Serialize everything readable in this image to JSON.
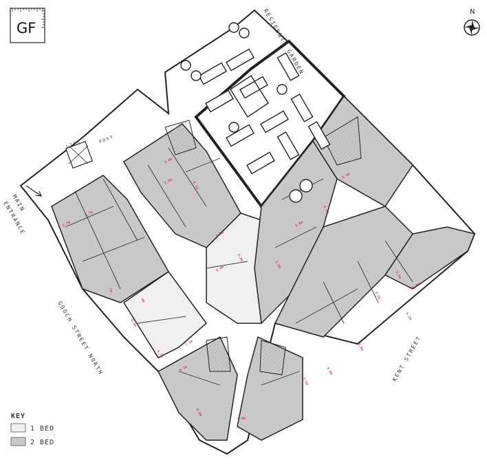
{
  "floor_badge": "GF",
  "north_label": "N",
  "street_labels": {
    "residents_garden": "RESIDENTS GARDEN",
    "main_entrance_line1": "MAIN",
    "main_entrance_line2": "ENTRANCE",
    "gooch_street_north": "GOOCH STREET NORTH",
    "kent_street": "KENT STREET",
    "lift": "LIFT",
    "post": "POST"
  },
  "key": {
    "title": "KEY",
    "items": [
      {
        "label": "1 BED",
        "color": "#f0f0f0"
      },
      {
        "label": "2 BED",
        "color": "#c8c8c8"
      }
    ]
  },
  "colors": {
    "one_bed": "#f0f0f0",
    "two_bed": "#c8c8c8",
    "wall": "#222222",
    "measurement": "#c8102e"
  },
  "measurements": [
    "3.4m",
    "4.7m",
    "2.9m",
    "4.5m",
    "3.3m",
    "4.4m",
    "5.7m",
    "3.7m",
    "7m",
    "4m",
    "4.4m",
    "4.7m",
    "7.1m",
    "4.1m",
    "4.8m",
    "4.6m",
    "3.8m",
    "5.1m",
    "4.3m",
    "3.2m",
    "3.3m",
    "4.2m",
    "3.8m",
    "4.8m",
    "3.5m",
    "4.0m",
    "3.6m"
  ]
}
